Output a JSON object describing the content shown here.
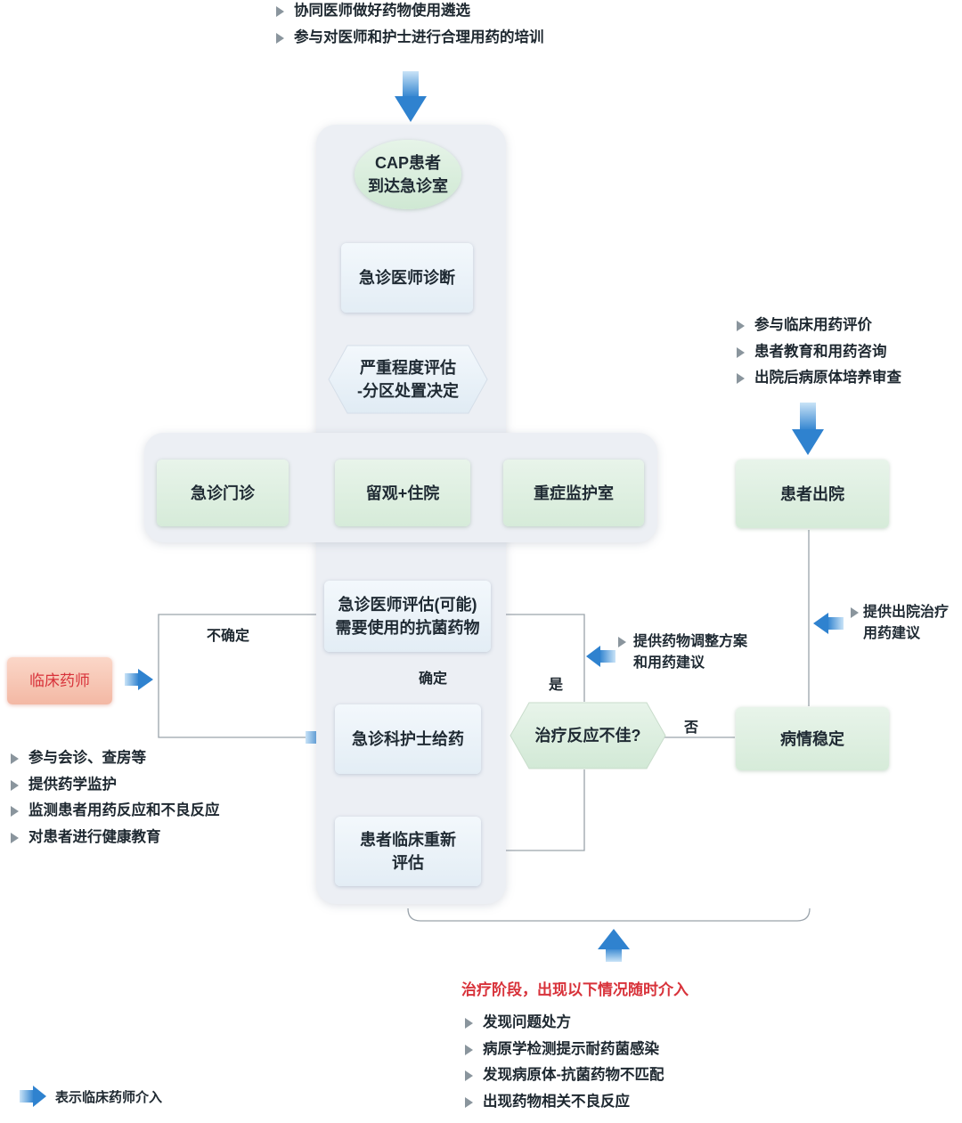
{
  "top_bullets": [
    "协同医师做好药物使用遴选",
    "参与对医师和护士进行合理用药的培训"
  ],
  "right_bullets": [
    "参与临床用药评价",
    "患者教育和用药咨询",
    "出院后病原体培养审查"
  ],
  "left_bullets": [
    "参与会诊、查房等",
    "提供药学监护",
    "监测患者用药反应和不良反应",
    "对患者进行健康教育"
  ],
  "bottom_bullets": [
    "发现问题处方",
    "病原学检测提示耐药菌感染",
    "发现病原体-抗菌药物不匹配",
    "出现药物相关不良反应"
  ],
  "nodes": {
    "start_line1": "CAP患者",
    "start_line2": "到达急诊室",
    "diagnose": "急诊医师诊断",
    "severity_line1": "严重程度评估",
    "severity_line2": "-分区处置决定",
    "outpatient": "急诊门诊",
    "observation": "留观+住院",
    "icu": "重症监护室",
    "evaluate_line1": "急诊医师评估(可能)",
    "evaluate_line2": "需要使用的抗菌药物",
    "nurse": "急诊科护士给药",
    "reassess_line1": "患者临床重新",
    "reassess_line2": "评估",
    "poor_response": "治疗反应不佳?",
    "stable": "病情稳定",
    "discharge": "患者出院"
  },
  "edge_labels": {
    "uncertain": "不确定",
    "certain": "确定",
    "yes": "是",
    "no": "否"
  },
  "pharmacist": "临床药师",
  "adjust_note_line1": "提供药物调整方案",
  "adjust_note_line2": "和用药建议",
  "discharge_note_line1": "提供出院治疗",
  "discharge_note_line2": "用药建议",
  "treatment_stage": "治疗阶段，出现以下情况随时介入",
  "legend_text": "表示临床药师介入",
  "colors": {
    "intervention_arrow": "#3a8fd6",
    "pharmacist_box": "#f6c6b4",
    "alert_text": "#d8323a"
  }
}
